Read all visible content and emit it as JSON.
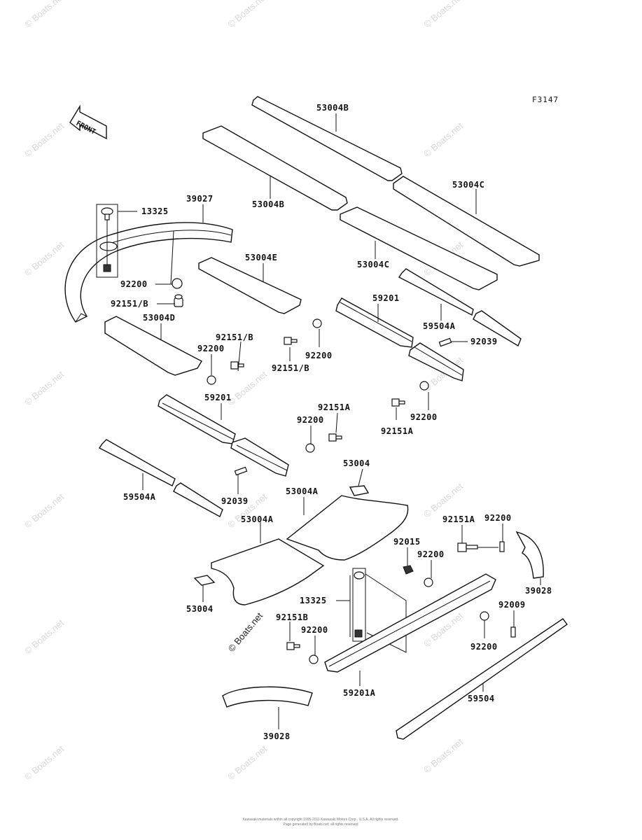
{
  "diagram": {
    "ref_code": "F3147",
    "front_label": "FRONT",
    "parts": {
      "p53004B_top": "53004B",
      "p53004B_left": "53004B",
      "p53004C_right": "53004C",
      "p53004C_mid": "53004C",
      "p13325_top": "13325",
      "p39027": "39027",
      "p53004E": "53004E",
      "p92200_a": "92200",
      "p92151B_a": "92151/B",
      "p53004D": "53004D",
      "p59201_right": "59201",
      "p59504A_right": "59504A",
      "p92039_right": "92039",
      "p92151B_b": "92151/B",
      "p92200_b": "92200",
      "p92200_c": "92200",
      "p92151B_c": "92151/B",
      "p59201_left": "59201",
      "p92151A_a": "92151A",
      "p92200_d": "92200",
      "p92151A_b": "92151A",
      "p92200_e": "92200",
      "p53004_top": "53004",
      "p59504A_left": "59504A",
      "p92039_left": "92039",
      "p53004A_right": "53004A",
      "p53004A_left": "53004A",
      "p92151A_c": "92151A",
      "p92200_f": "92200",
      "p92015": "92015",
      "p92200_g": "92200",
      "p39028_right": "39028",
      "p53004_bottom": "53004",
      "p13325_bottom": "13325",
      "p92151B_d": "92151B",
      "p92200_h": "92200",
      "p92009": "92009",
      "p92200_i": "92200",
      "p59201A": "59201A",
      "p59504": "59504",
      "p39028_bottom": "39028"
    },
    "watermark": "© Boats.net",
    "footer_line1": "Kawasaki materials within all copyright 1995-2011 Kawasaki Motors Corp., U.S.A. All rights reserved.",
    "footer_line2": "Page generated by Boats.net; all rights reserved"
  }
}
